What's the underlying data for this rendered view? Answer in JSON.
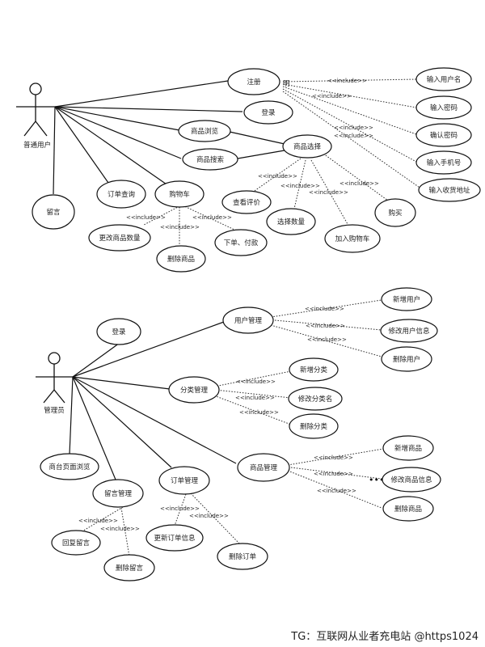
{
  "actors": {
    "user": "普通用户",
    "admin": "管理员"
  },
  "user_diagram": {
    "usecases": {
      "register": "注册",
      "login": "登录",
      "browse": "商品浏览",
      "search": "商品搜索",
      "choose": "商品选择",
      "order_query": "订单查询",
      "cart": "购物车",
      "message": "留言",
      "input_username": "输入用户名",
      "input_password": "输入密码",
      "confirm_password": "确认密码",
      "input_phone": "输入手机号",
      "input_address": "输入收货地址",
      "view_reviews": "查看评价",
      "select_qty": "选择数量",
      "add_to_cart": "加入购物车",
      "buy": "购买",
      "change_qty": "更改商品数量",
      "delete_item": "删除商品",
      "checkout": "下单、付款"
    },
    "stray_label": "明"
  },
  "admin_diagram": {
    "usecases": {
      "login": "登录",
      "user_mgmt": "用户管理",
      "category_mgmt": "分类管理",
      "front_browse": "商台页面浏览",
      "message_mgmt": "留言管理",
      "order_mgmt": "订单管理",
      "product_mgmt": "商品管理",
      "add_user": "新增用户",
      "edit_user": "修改用户信息",
      "delete_user": "删除用户",
      "add_category": "新增分类",
      "rename_category": "修改分类名",
      "delete_category": "删除分类",
      "reply_message": "回复留言",
      "delete_message": "删除留言",
      "update_order": "更新订单信息",
      "delete_order": "删除订单",
      "add_product": "新增商品",
      "edit_product": "修改商品信息",
      "delete_product": "删除商品"
    },
    "ellipsis": "•••"
  },
  "include_label": "<<include>>",
  "watermark": "TG：互联网从业者充电站 @https1024"
}
